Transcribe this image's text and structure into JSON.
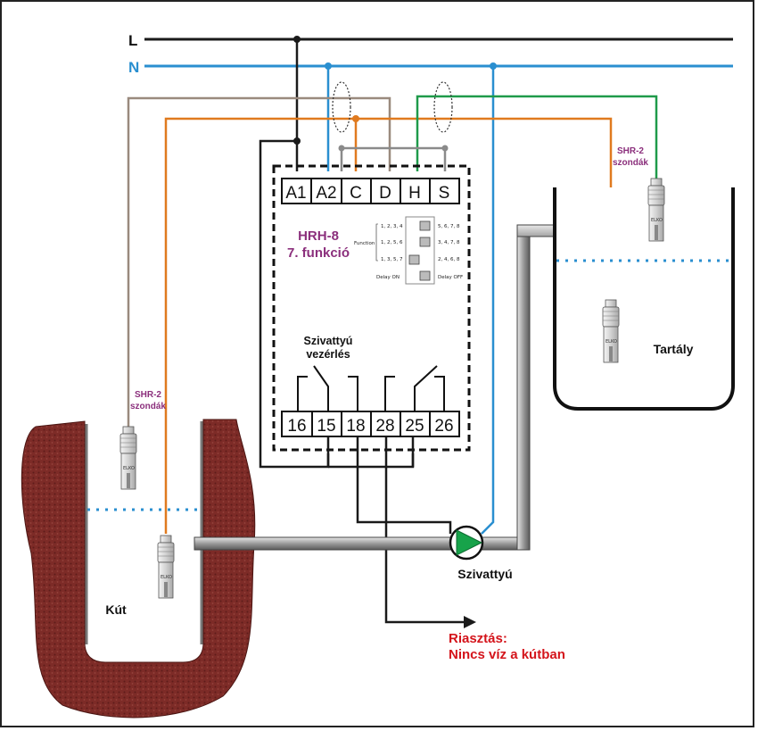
{
  "lines": {
    "L": "L",
    "N": "N"
  },
  "device": {
    "model": "HRH-8",
    "function_name": "7. funkció",
    "top_terminals": [
      "A1",
      "A2",
      "C",
      "D",
      "H",
      "S"
    ],
    "bottom_terminals": [
      "16",
      "15",
      "18",
      "28",
      "25",
      "26"
    ],
    "relay_label_line1": "Szivattyú",
    "relay_label_line2": "vezérlés",
    "dip": {
      "left_labels": [
        "1, 2, 3, 4",
        "1, 2, 5, 6",
        "1, 3, 5, 7"
      ],
      "right_labels": [
        "5, 6, 7, 8",
        "3, 4, 7, 8",
        "2, 4, 6, 8"
      ],
      "function_label": "Function",
      "delay_on": "Delay ON",
      "delay_off": "Delay OFF"
    }
  },
  "probes_tank_label_line1": "SHR-2",
  "probes_tank_label_line2": "szondák",
  "probes_well_label_line1": "SHR-2",
  "probes_well_label_line2": "szondák",
  "tank_label": "Tartály",
  "well_label": "Kút",
  "pump_label": "Szivattyú",
  "alarm_line1": "Riasztás:",
  "alarm_line2": "Nincs víz a kútban",
  "colors": {
    "L_wire": "#1a1a1a",
    "N_wire": "#2a8fd0",
    "orange_wire": "#e07a1f",
    "tan_wire": "#9a8a7e",
    "green_wire": "#1f9a4a",
    "grey_wire": "#8a8a8a",
    "model_text": "#8b2f7c",
    "alarm_text": "#d4141b",
    "well_earth": "#7a2a26",
    "pump_green": "#17a34a",
    "probe_label": "#8b2f7c"
  }
}
